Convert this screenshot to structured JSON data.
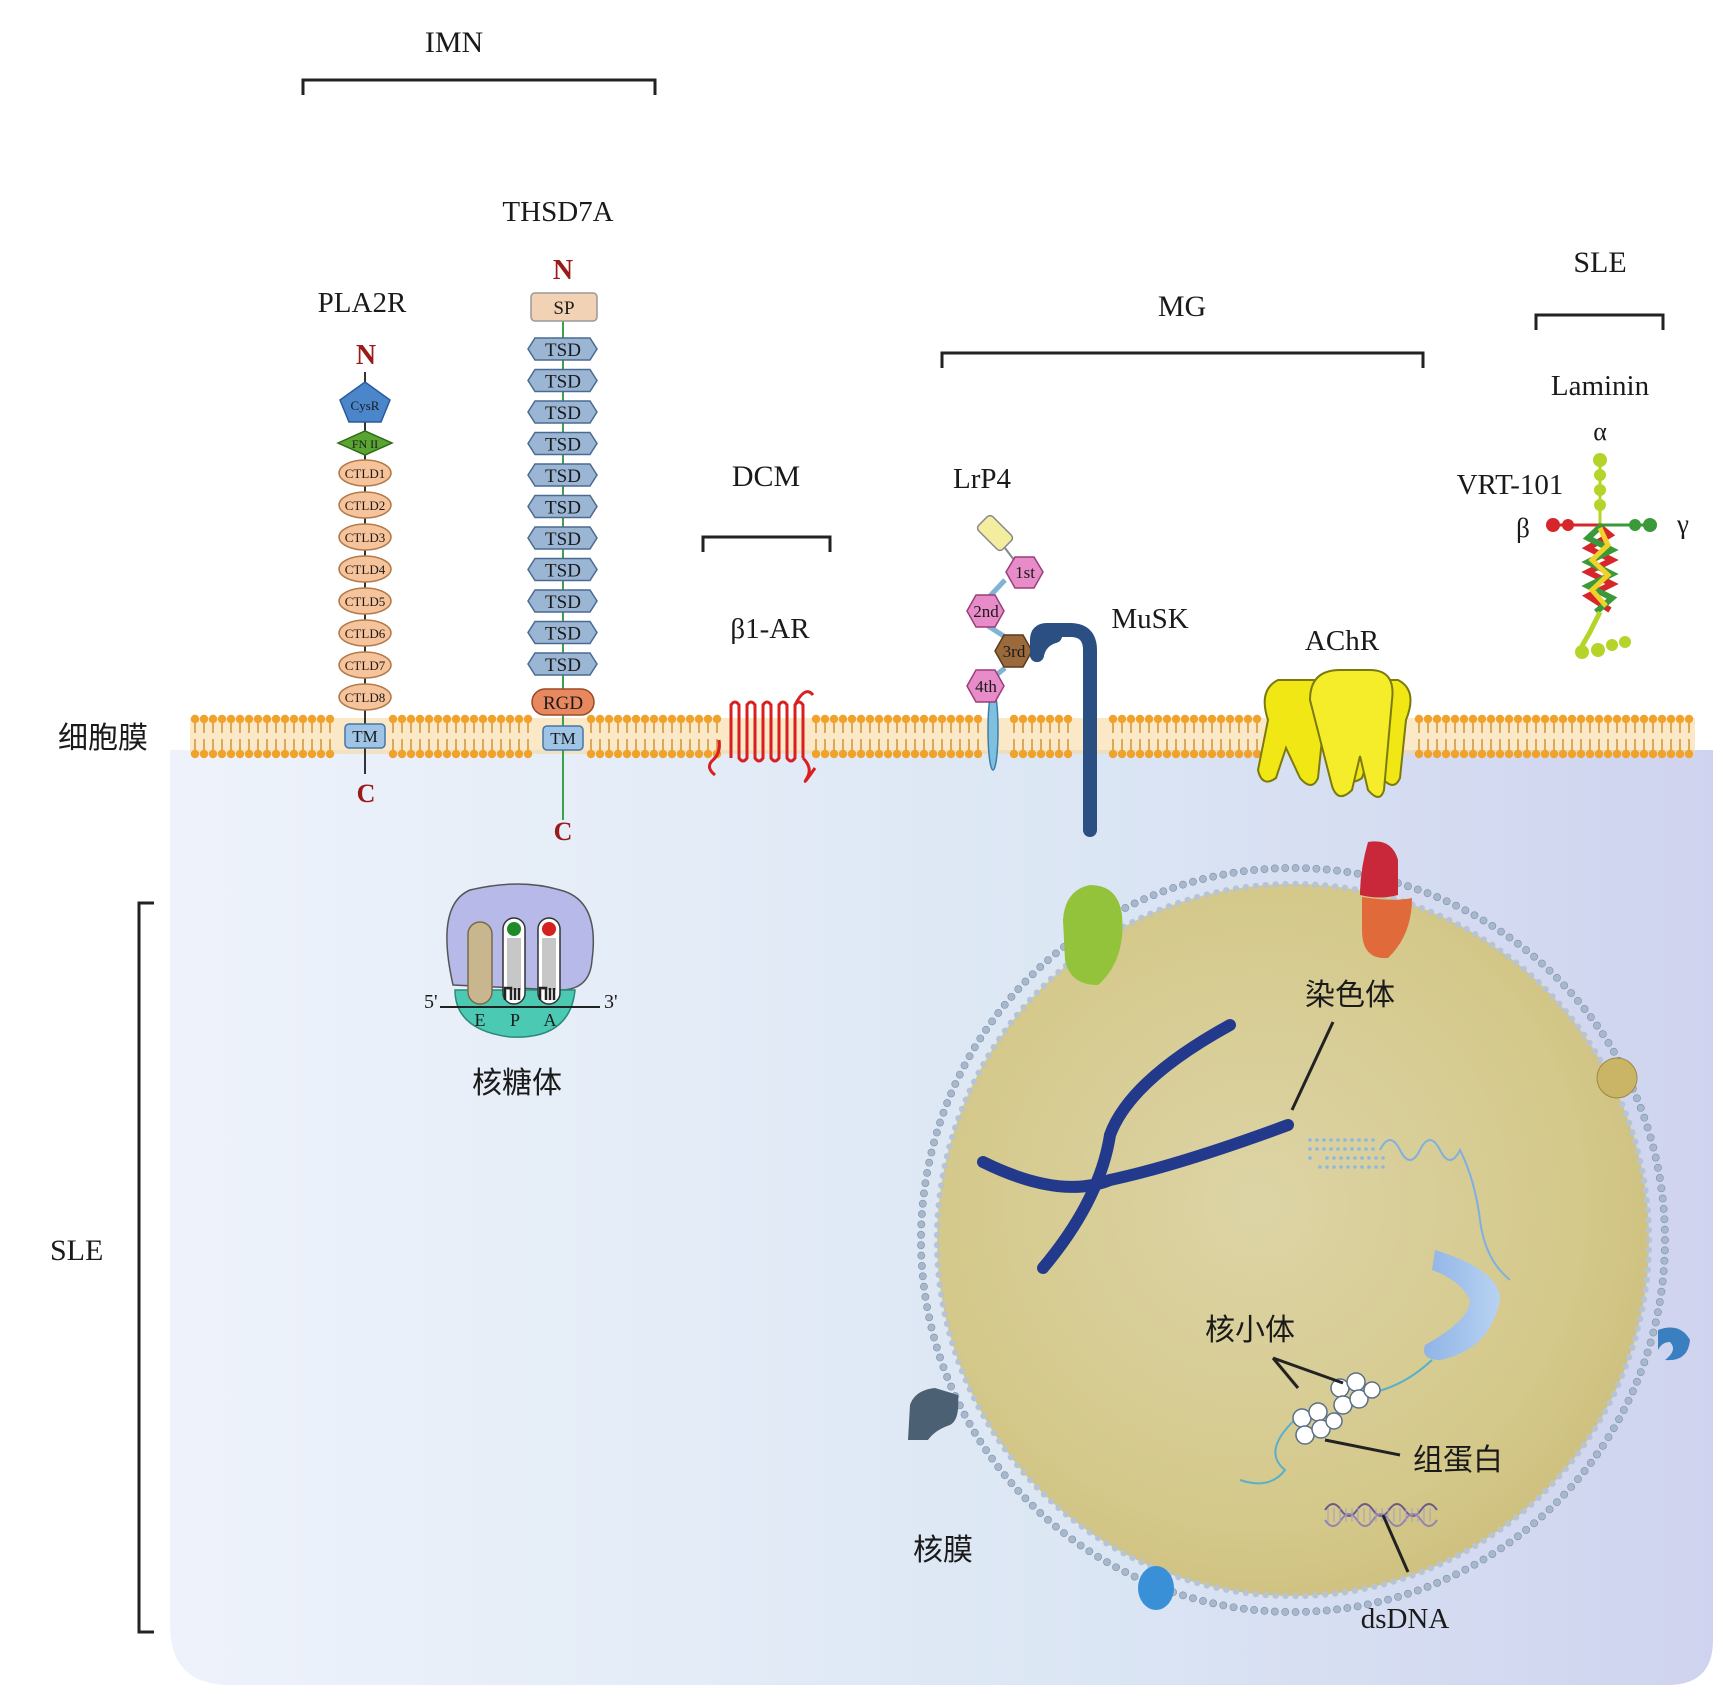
{
  "brackets": {
    "imn": "IMN",
    "dcm": "DCM",
    "mg": "MG",
    "sle_top": "SLE",
    "sle_left": "SLE"
  },
  "membrane": {
    "label": "细胞膜"
  },
  "pla2r": {
    "name": "PLA2R",
    "n_term": "N",
    "c_term": "C",
    "domains": [
      "CysR",
      "FN II",
      "CTLD1",
      "CTLD2",
      "CTLD3",
      "CTLD4",
      "CTLD5",
      "CTLD6",
      "CTLD7",
      "CTLD8"
    ],
    "tm": "TM"
  },
  "thsd7a": {
    "name": "THSD7A",
    "n_term": "N",
    "c_term": "C",
    "sp": "SP",
    "domains": [
      "TSD",
      "TSD",
      "TSD",
      "TSD",
      "TSD",
      "TSD",
      "TSD",
      "TSD",
      "TSD",
      "TSD",
      "TSD"
    ],
    "rgd": "RGD",
    "tm": "TM"
  },
  "b1ar": {
    "name": "β1-AR"
  },
  "lrp4": {
    "name": "LrP4",
    "domains": [
      "1st",
      "2nd",
      "3rd",
      "4th"
    ]
  },
  "musk": {
    "name": "MuSK"
  },
  "achr": {
    "name": "AChR"
  },
  "laminin": {
    "name": "Laminin",
    "alpha": "α",
    "beta": "β",
    "gamma": "γ",
    "vrt": "VRT-101"
  },
  "ribosome": {
    "name": "核糖体",
    "five": "5'",
    "three": "3'",
    "sites": [
      "E",
      "P",
      "A"
    ]
  },
  "nucleus": {
    "chromosome": "染色体",
    "nucleosome": "核小体",
    "histone": "组蛋白",
    "envelope": "核膜",
    "dsdna": "dsDNA"
  },
  "colors": {
    "membrane_head": "#f0a22a",
    "cytoplasm": "#e3ecf7",
    "nucleus": "#d9cf97",
    "chromosome": "#233a8c",
    "musk": "#2b4f82",
    "achr": "#f1e714",
    "b1ar": "#d91f1f",
    "ctld": "#f6c39a",
    "tsd": "#9ab6d4"
  }
}
